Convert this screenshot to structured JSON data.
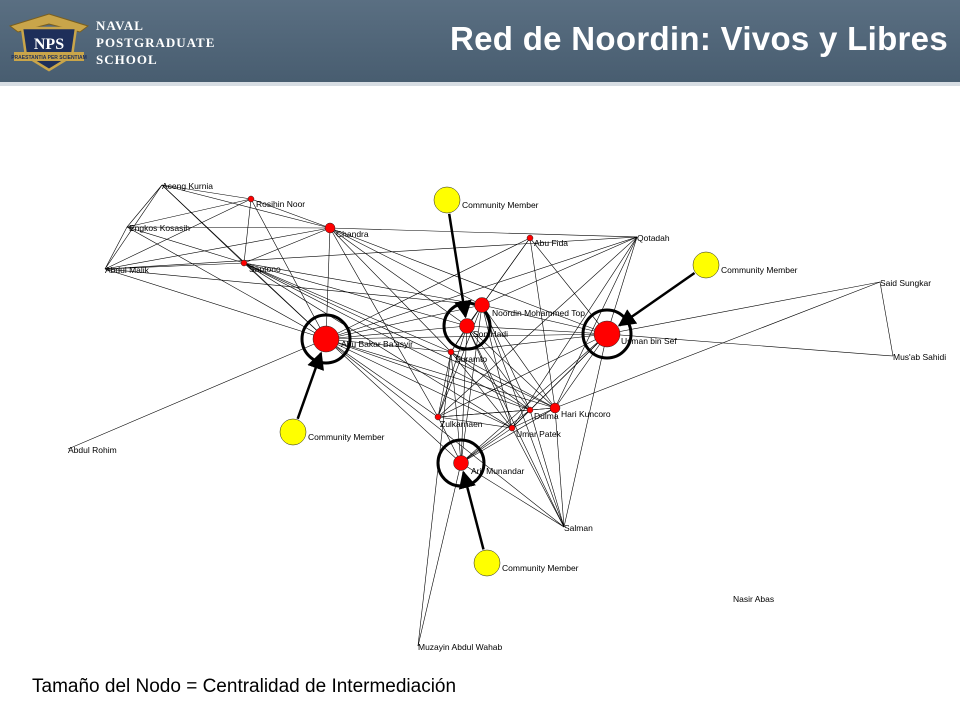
{
  "header": {
    "logo_text": "NPS",
    "logo_motto": "PRAESTANTIA PER SCIENTIAM",
    "org_lines": [
      "NAVAL",
      "POSTGRADUATE",
      "SCHOOL"
    ],
    "title": "Red de Noordin: Vivos y Libres"
  },
  "caption": "Tamaño del Nodo = Centralidad de Intermediación",
  "colors": {
    "header": "#4f6478",
    "node_red": "#ff0000",
    "node_yellow": "#ffff00"
  },
  "network": {
    "nodes": [
      {
        "id": "aceng",
        "label": "Aceng Kurnia",
        "color": "red",
        "size": "none"
      },
      {
        "id": "rosihin",
        "label": "Rosihin Noor",
        "color": "red",
        "size": "tiny"
      },
      {
        "id": "engkos",
        "label": "Engkos Kosasih",
        "color": "red",
        "size": "none"
      },
      {
        "id": "chandra",
        "label": "Chandra",
        "color": "red",
        "size": "small"
      },
      {
        "id": "abdulmalik",
        "label": "Abdul Malik",
        "color": "red",
        "size": "none"
      },
      {
        "id": "saptono",
        "label": "Saptono",
        "color": "red",
        "size": "tiny"
      },
      {
        "id": "abubakar",
        "label": "Abu Bakar Ba'asyir",
        "color": "red",
        "size": "large",
        "highlighted": true
      },
      {
        "id": "abdulrohim",
        "label": "Abdul Rohim",
        "color": "red",
        "size": "none"
      },
      {
        "id": "cm1",
        "label": "Community Member",
        "color": "yellow",
        "size": "large"
      },
      {
        "id": "cm2",
        "label": "Community Member",
        "color": "yellow",
        "size": "large"
      },
      {
        "id": "cm3",
        "label": "Community Member",
        "color": "yellow",
        "size": "large"
      },
      {
        "id": "cm4",
        "label": "Community Member",
        "color": "yellow",
        "size": "large"
      },
      {
        "id": "abufida",
        "label": "Abu Fida",
        "color": "red",
        "size": "tiny"
      },
      {
        "id": "qotadah",
        "label": "Qotadah",
        "color": "red",
        "size": "none"
      },
      {
        "id": "noordin",
        "label": "Noordin Mohammed Top",
        "color": "red",
        "size": "medium"
      },
      {
        "id": "sonhadi",
        "label": "Son Hadi",
        "color": "red",
        "size": "medium",
        "highlighted": true
      },
      {
        "id": "suramto",
        "label": "Suramto",
        "color": "red",
        "size": "tiny"
      },
      {
        "id": "usman",
        "label": "Usman bin Sef",
        "color": "red",
        "size": "large",
        "highlighted": true
      },
      {
        "id": "saidsungkar",
        "label": "Said Sungkar",
        "color": "red",
        "size": "none"
      },
      {
        "id": "musab",
        "label": "Mus'ab Sahidi",
        "color": "red",
        "size": "none"
      },
      {
        "id": "zulkarnaen",
        "label": "Zulkarnaen",
        "color": "red",
        "size": "tiny"
      },
      {
        "id": "dulmatin",
        "label": "Dulma",
        "color": "red",
        "size": "tiny"
      },
      {
        "id": "harikuncoro",
        "label": "Hari Kuncoro",
        "color": "red",
        "size": "small"
      },
      {
        "id": "umarpatek",
        "label": "Umar Patek",
        "color": "red",
        "size": "tiny"
      },
      {
        "id": "arif",
        "label": "Arif Munandar",
        "color": "red",
        "size": "medium",
        "highlighted": true
      },
      {
        "id": "salman",
        "label": "Salman",
        "color": "red",
        "size": "none"
      },
      {
        "id": "nasir",
        "label": "Nasir Abas",
        "color": "red",
        "size": "none"
      },
      {
        "id": "muzayin",
        "label": "Muzayin Abdul Wahab",
        "color": "red",
        "size": "none"
      }
    ],
    "edges": [
      [
        "aceng",
        "rosihin"
      ],
      [
        "aceng",
        "chandra"
      ],
      [
        "aceng",
        "engkos"
      ],
      [
        "aceng",
        "abdulmalik"
      ],
      [
        "aceng",
        "saptono"
      ],
      [
        "aceng",
        "abubakar"
      ],
      [
        "rosihin",
        "engkos"
      ],
      [
        "rosihin",
        "chandra"
      ],
      [
        "rosihin",
        "abdulmalik"
      ],
      [
        "rosihin",
        "saptono"
      ],
      [
        "rosihin",
        "abubakar"
      ],
      [
        "engkos",
        "chandra"
      ],
      [
        "engkos",
        "abdulmalik"
      ],
      [
        "engkos",
        "saptono"
      ],
      [
        "engkos",
        "abubakar"
      ],
      [
        "chandra",
        "abdulmalik"
      ],
      [
        "chandra",
        "saptono"
      ],
      [
        "chandra",
        "abubakar"
      ],
      [
        "chandra",
        "qotadah"
      ],
      [
        "chandra",
        "noordin"
      ],
      [
        "chandra",
        "sonhadi"
      ],
      [
        "chandra",
        "suramto"
      ],
      [
        "chandra",
        "usman"
      ],
      [
        "chandra",
        "zulkarnaen"
      ],
      [
        "abdulmalik",
        "saptono"
      ],
      [
        "abdulmalik",
        "abubakar"
      ],
      [
        "abdulmalik",
        "noordin"
      ],
      [
        "abdulmalik",
        "qotadah"
      ],
      [
        "saptono",
        "abubakar"
      ],
      [
        "saptono",
        "noordin"
      ],
      [
        "saptono",
        "sonhadi"
      ],
      [
        "saptono",
        "suramto"
      ],
      [
        "saptono",
        "dulmatin"
      ],
      [
        "saptono",
        "harikuncoro"
      ],
      [
        "saptono",
        "umarpatek"
      ],
      [
        "abubakar",
        "abdulrohim"
      ],
      [
        "abubakar",
        "noordin"
      ],
      [
        "abubakar",
        "sonhadi"
      ],
      [
        "abubakar",
        "suramto"
      ],
      [
        "abubakar",
        "usman"
      ],
      [
        "abubakar",
        "zulkarnaen"
      ],
      [
        "abubakar",
        "dulmatin"
      ],
      [
        "abubakar",
        "harikuncoro"
      ],
      [
        "abubakar",
        "umarpatek"
      ],
      [
        "abubakar",
        "arif"
      ],
      [
        "abubakar",
        "qotadah"
      ],
      [
        "abubakar",
        "abufida"
      ],
      [
        "abubakar",
        "salman"
      ],
      [
        "abufida",
        "noordin"
      ],
      [
        "abufida",
        "usman"
      ],
      [
        "abufida",
        "harikuncoro"
      ],
      [
        "abufida",
        "sonhadi"
      ],
      [
        "qotadah",
        "noordin"
      ],
      [
        "qotadah",
        "usman"
      ],
      [
        "qotadah",
        "harikuncoro"
      ],
      [
        "qotadah",
        "zulkarnaen"
      ],
      [
        "qotadah",
        "umarpatek"
      ],
      [
        "noordin",
        "sonhadi"
      ],
      [
        "noordin",
        "usman"
      ],
      [
        "noordin",
        "suramto"
      ],
      [
        "noordin",
        "zulkarnaen"
      ],
      [
        "noordin",
        "dulmatin"
      ],
      [
        "noordin",
        "harikuncoro"
      ],
      [
        "noordin",
        "umarpatek"
      ],
      [
        "noordin",
        "arif"
      ],
      [
        "noordin",
        "salman"
      ],
      [
        "sonhadi",
        "usman"
      ],
      [
        "sonhadi",
        "suramto"
      ],
      [
        "sonhadi",
        "zulkarnaen"
      ],
      [
        "sonhadi",
        "dulmatin"
      ],
      [
        "sonhadi",
        "harikuncoro"
      ],
      [
        "sonhadi",
        "umarpatek"
      ],
      [
        "sonhadi",
        "arif"
      ],
      [
        "sonhadi",
        "salman"
      ],
      [
        "suramto",
        "usman"
      ],
      [
        "suramto",
        "zulkarnaen"
      ],
      [
        "suramto",
        "dulmatin"
      ],
      [
        "suramto",
        "harikuncoro"
      ],
      [
        "suramto",
        "umarpatek"
      ],
      [
        "suramto",
        "arif"
      ],
      [
        "suramto",
        "muzayin"
      ],
      [
        "usman",
        "zulkarnaen"
      ],
      [
        "usman",
        "dulmatin"
      ],
      [
        "usman",
        "harikuncoro"
      ],
      [
        "usman",
        "umarpatek"
      ],
      [
        "usman",
        "arif"
      ],
      [
        "usman",
        "salman"
      ],
      [
        "usman",
        "musab"
      ],
      [
        "usman",
        "saidsungkar"
      ],
      [
        "saidsungkar",
        "musab"
      ],
      [
        "saidsungkar",
        "harikuncoro"
      ],
      [
        "zulkarnaen",
        "dulmatin"
      ],
      [
        "zulkarnaen",
        "harikuncoro"
      ],
      [
        "zulkarnaen",
        "umarpatek"
      ],
      [
        "zulkarnaen",
        "arif"
      ],
      [
        "dulmatin",
        "harikuncoro"
      ],
      [
        "dulmatin",
        "umarpatek"
      ],
      [
        "dulmatin",
        "arif"
      ],
      [
        "dulmatin",
        "salman"
      ],
      [
        "harikuncoro",
        "umarpatek"
      ],
      [
        "harikuncoro",
        "arif"
      ],
      [
        "harikuncoro",
        "salman"
      ],
      [
        "umarpatek",
        "arif"
      ],
      [
        "umarpatek",
        "salman"
      ],
      [
        "arif",
        "salman"
      ],
      [
        "arif",
        "muzayin"
      ]
    ],
    "arrows": [
      {
        "from": "cm1",
        "to": "sonhadi"
      },
      {
        "from": "cm2",
        "to": "usman"
      },
      {
        "from": "cm3",
        "to": "abubakar"
      },
      {
        "from": "cm4",
        "to": "arif"
      }
    ]
  }
}
